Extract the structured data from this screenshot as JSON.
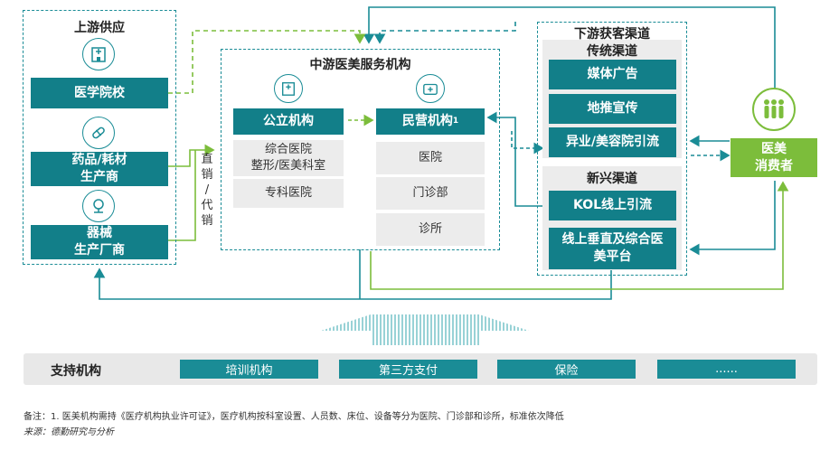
{
  "upstream": {
    "title": "上游供应",
    "items": [
      "医学院校",
      "药品/耗材\n生产商",
      "器械\n生产厂商"
    ]
  },
  "channel_label": [
    "直",
    "销",
    "/",
    "代",
    "销"
  ],
  "midstream": {
    "title": "中游医美服务机构",
    "public": {
      "label": "公立机构",
      "subs": [
        "综合医院\n整形/医美科室",
        "专科医院"
      ]
    },
    "private": {
      "label": "民营机构",
      "sup": "1",
      "subs": [
        "医院",
        "门诊部",
        "诊所"
      ]
    }
  },
  "downstream": {
    "title": "下游获客渠道",
    "traditional": {
      "title": "传统渠道",
      "items": [
        "媒体广告",
        "地推宣传",
        "异业/美容院引流"
      ]
    },
    "emerging": {
      "title": "新兴渠道",
      "items": [
        "KOL线上引流",
        "线上垂直及综合医\n美平台"
      ]
    }
  },
  "consumer": {
    "label": "医美\n消费者"
  },
  "support": {
    "title": "支持机构",
    "items": [
      "培训机构",
      "第三方支付",
      "保险",
      "......"
    ]
  },
  "notes": {
    "note": "备注：1. 医美机构需持《医疗机构执业许可证》，医疗机构按科室设置、人员数、床位、设备等分为医院、门诊部和诊所，标准依次降低",
    "source": "来源：德勤研究与分析"
  },
  "colors": {
    "teal": "#127f89",
    "green": "#7cbd3b",
    "line_teal": "#1a8c96"
  },
  "icons": [
    "hospital-icon",
    "pill-icon",
    "microscope-icon",
    "public-hospital-icon",
    "medical-kit-icon",
    "people-icon"
  ]
}
